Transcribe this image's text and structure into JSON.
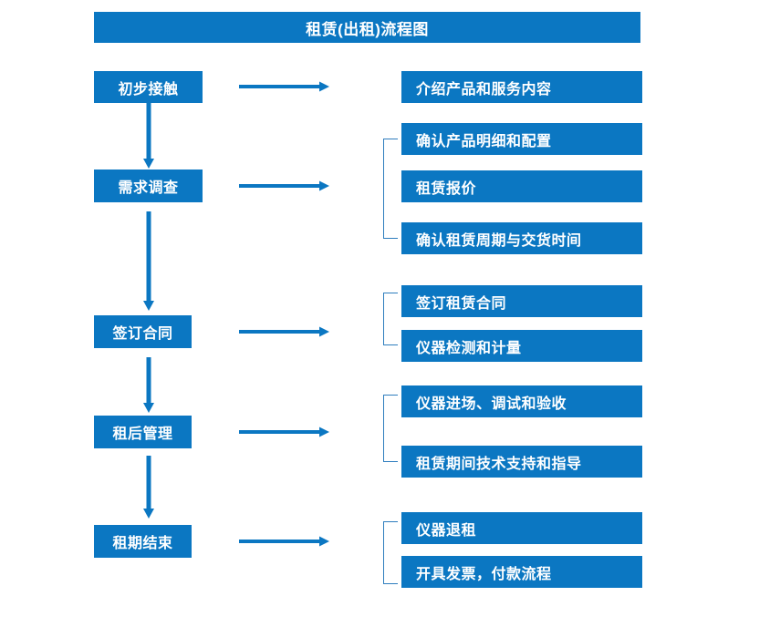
{
  "diagram": {
    "title": "租赁(出租)流程图",
    "accent_color": "#0B77C2",
    "bracket_color": "#2E7DBE",
    "text_color": "#FFFFFF",
    "background_color": "#FFFFFF",
    "stages": [
      {
        "id": "stage-1",
        "label": "初步接触",
        "arrow": "arrow-right",
        "connector_to_next": "arrow-down",
        "bracket": false,
        "details": [
          "介绍产品和服务内容"
        ]
      },
      {
        "id": "stage-2",
        "label": "需求调查",
        "arrow": "arrow-right",
        "connector_to_next": "arrow-down",
        "bracket": true,
        "details": [
          "确认产品明细和配置",
          "租赁报价",
          "确认租赁周期与交货时间"
        ]
      },
      {
        "id": "stage-3",
        "label": "签订合同",
        "arrow": "arrow-right",
        "connector_to_next": "arrow-down",
        "bracket": true,
        "details": [
          "签订租赁合同",
          "仪器检测和计量"
        ]
      },
      {
        "id": "stage-4",
        "label": "租后管理",
        "arrow": "arrow-right",
        "connector_to_next": "arrow-down",
        "bracket": true,
        "details": [
          "仪器进场、调试和验收",
          "租赁期间技术支持和指导"
        ]
      },
      {
        "id": "stage-5",
        "label": "租期结束",
        "arrow": "arrow-right",
        "connector_to_next": "none",
        "bracket": true,
        "details": [
          "仪器退租",
          "开具发票，付款流程"
        ]
      }
    ]
  }
}
